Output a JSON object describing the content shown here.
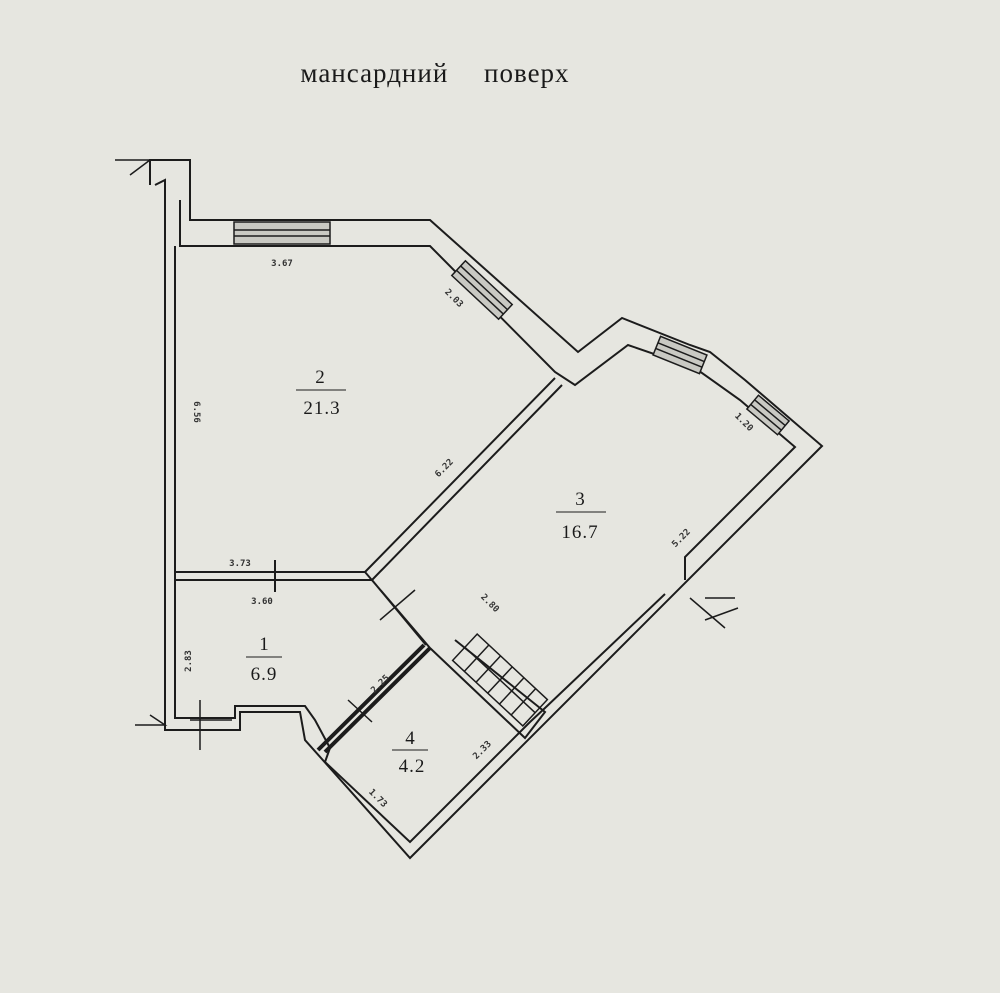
{
  "title": "мансардний поверх",
  "rooms": [
    {
      "number": "1",
      "area": "6.9"
    },
    {
      "number": "2",
      "area": "21.3"
    },
    {
      "number": "3",
      "area": "16.7"
    },
    {
      "number": "4",
      "area": "4.2"
    }
  ],
  "dimensions": {
    "room2_top": "3.67",
    "room2_diag": "2.03",
    "room2_left": "6.56",
    "room2_right": "6.22",
    "room2_bottom": "3.73",
    "room1_top": "3.60",
    "room1_left": "2.83",
    "room1_right": "2.25",
    "room3_top": "1.20",
    "room3_right": "5.22",
    "room3_bottom": "2.80",
    "room4_right": "2.33",
    "room4_bottom": "1.73"
  },
  "colors": {
    "background": "#e6e6e0",
    "wall": "#1c1c1c"
  }
}
